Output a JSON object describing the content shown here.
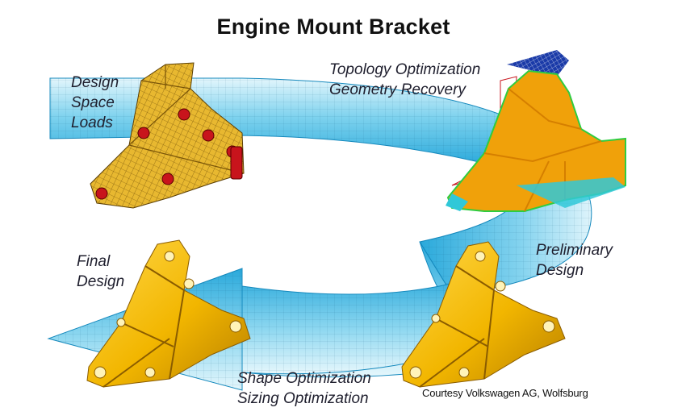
{
  "title": "Engine Mount Bracket",
  "stages": {
    "design_space": {
      "lines": [
        "Design",
        "Space",
        "Loads"
      ]
    },
    "topology": {
      "lines": [
        "Topology Optimization",
        "Geometry Recovery"
      ]
    },
    "preliminary": {
      "lines": [
        "Preliminary",
        "Design"
      ]
    },
    "shape": {
      "lines": [
        "Shape Optimization",
        "Sizing Optimization"
      ]
    },
    "final": {
      "lines": [
        "Final",
        "Design"
      ]
    }
  },
  "credit": "Courtesy  Volkswagen AG, Wolfsburg",
  "colors": {
    "arrow_light": "#d7f2fb",
    "arrow_dark": "#29afe0",
    "arrow_edge": "#1589bd",
    "mesh_yellow": "#e8b830",
    "load_red": "#c8141c",
    "part_gold": "#f2b600"
  }
}
